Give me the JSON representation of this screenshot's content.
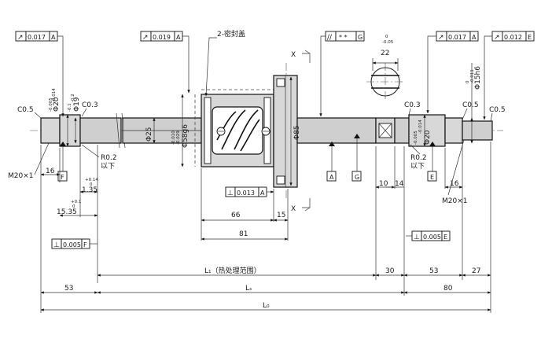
{
  "fcf": {
    "left_shaft_runout": {
      "symbol": "↗",
      "value": "0.017",
      "datum": "A"
    },
    "nut_runout": {
      "symbol": "↗",
      "value": "0.019",
      "datum": "A"
    },
    "parallelism": {
      "symbol": "//",
      "value": "* *",
      "datum": "G"
    },
    "right_shaft_runout": {
      "symbol": "↗",
      "value": "0.017",
      "datum": "A"
    },
    "right_end_runout": {
      "symbol": "↗",
      "value": "0.012",
      "datum": "E"
    },
    "flange_perp": {
      "symbol": "⊥",
      "value": "0.013",
      "datum": "A"
    },
    "left_perp": {
      "symbol": "⊥",
      "value": "0.005",
      "datum": "F"
    },
    "right_perp": {
      "symbol": "⊥",
      "value": "0.005",
      "datum": "E"
    }
  },
  "labels": {
    "seal_note": "2-密封盖",
    "section_mark_top": "X",
    "section_mark_bottom": "X",
    "chamfer_left_end": "C0.5",
    "chamfer_left_step": "C0.3",
    "chamfer_right_step": "C0.3",
    "chamfer_right_mid": "C0.5",
    "chamfer_right_end": "C0.5",
    "radius_left": "R0.2",
    "radius_left_note": "以下",
    "radius_right": "R0.2",
    "radius_right_note": "以下",
    "thread_left": "M20×1",
    "thread_right": "M20×1"
  },
  "datums": {
    "F": "F",
    "A": "A",
    "G": "G",
    "E": "E"
  },
  "diameters": {
    "left_d20": {
      "main": "Φ20",
      "tol_top": "-0.005",
      "tol_bottom": "-0.014"
    },
    "left_d19": {
      "main": "Φ19",
      "tol_top": "-0.1",
      "tol_bottom": "-0.2"
    },
    "nut_d25": {
      "main": "Φ25"
    },
    "nut_d58": {
      "main": "Φ58g6",
      "tol_top": "-0.010",
      "tol_bottom": "-0.029"
    },
    "flange_d85": {
      "main": "Φ85"
    },
    "right_d20": {
      "main": "Φ20",
      "tol_top": "-0.005",
      "tol_bottom": "-0.014"
    },
    "right_d15": {
      "main": "Φ15h6",
      "tol_top": "0",
      "tol_bottom": "-0.011"
    }
  },
  "dims": {
    "left_thread_len": "16",
    "groove_width": {
      "main": "1.35",
      "tol_top": "+0.14",
      "tol_bottom": "0"
    },
    "step_len": {
      "main": "15.35",
      "tol_top": "+0.1",
      "tol_bottom": "0"
    },
    "nut_body": "66",
    "flange_thk": "15",
    "nut_total": "81",
    "key_width": {
      "main": "22",
      "tol_top": "0",
      "tol_bottom": "-0.05"
    },
    "key_a": "10",
    "key_b": "14",
    "right_thread_len": "16",
    "left_end": "53",
    "l1": "L₁（热处理范围）",
    "ls": "Lₛ",
    "lo": "L₀",
    "right_key_zone": "30",
    "right_seg": "53",
    "right_end": "27",
    "right_total": "80"
  }
}
